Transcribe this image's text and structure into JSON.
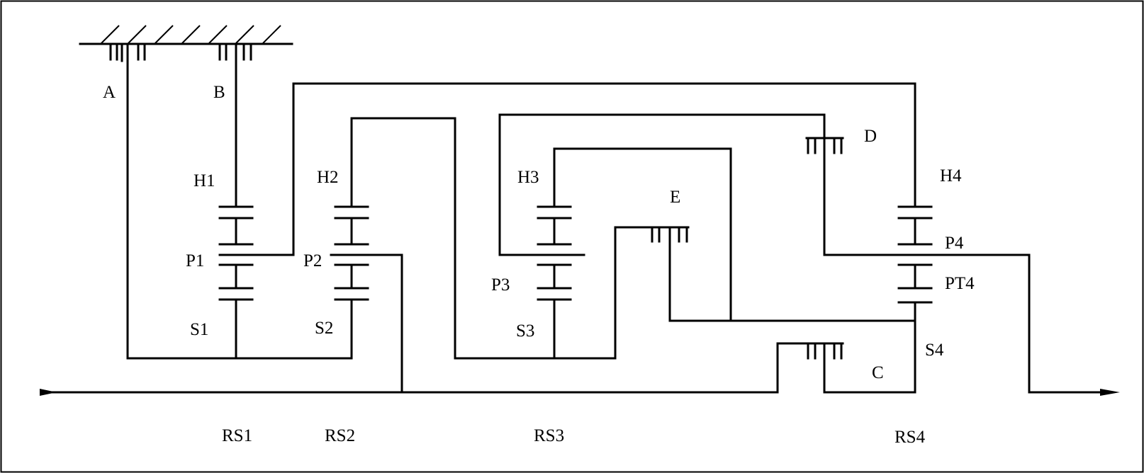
{
  "labels": {
    "A": "A",
    "B": "B",
    "C": "C",
    "D": "D",
    "E": "E",
    "H1": "H1",
    "H2": "H2",
    "H3": "H3",
    "H4": "H4",
    "P1": "P1",
    "P2": "P2",
    "P3": "P3",
    "P4": "P4",
    "PT4": "PT4",
    "S1": "S1",
    "S2": "S2",
    "S3": "S3",
    "S4": "S4",
    "RS1": "RS1",
    "RS2": "RS2",
    "RS3": "RS3",
    "RS4": "RS4"
  }
}
